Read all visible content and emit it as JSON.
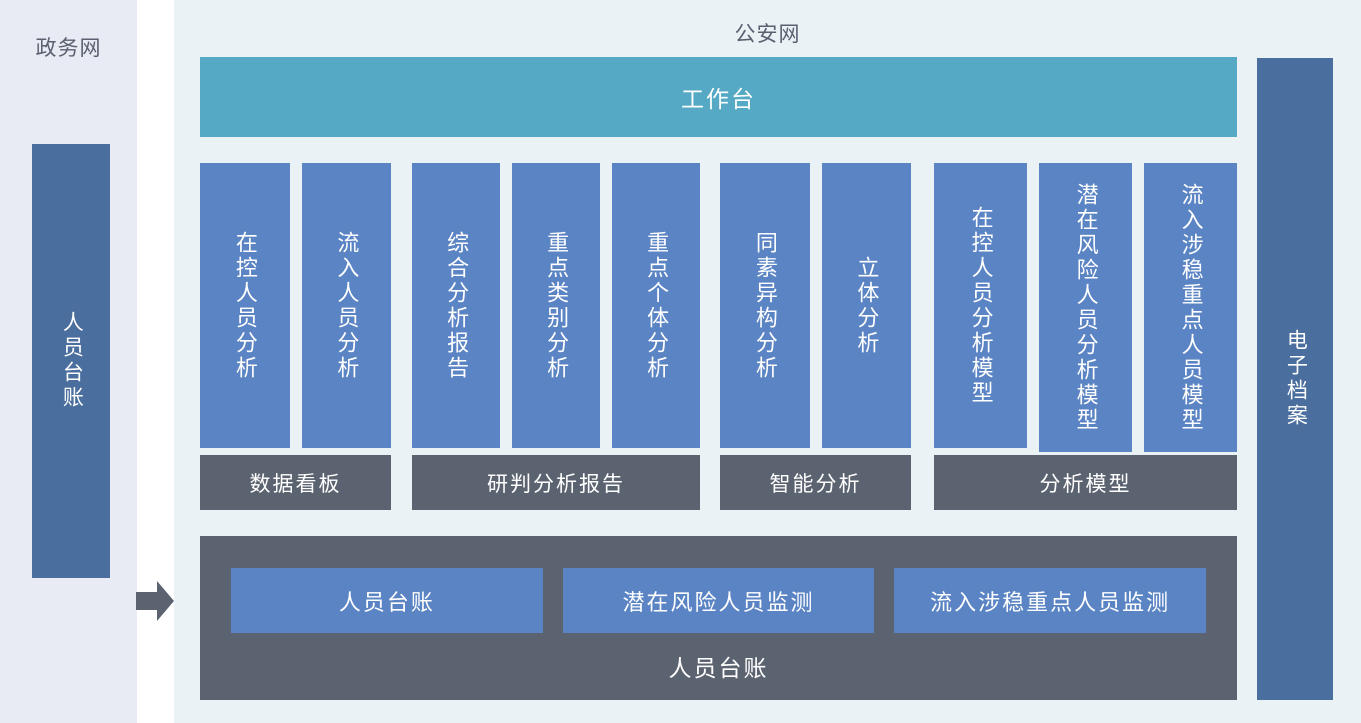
{
  "zones": {
    "gov": {
      "title": "政务网",
      "ledger_label": "人员台账"
    },
    "police": {
      "title": "公安网",
      "workbench_label": "工作台"
    },
    "archive": {
      "label": "电子档案"
    },
    "flow_arrow_icon": "arrow-right-icon"
  },
  "groups": [
    {
      "label": "数据看板",
      "cards": [
        {
          "label": "在控人员分析"
        },
        {
          "label": "流入人员分析"
        }
      ]
    },
    {
      "label": "研判分析报告",
      "cards": [
        {
          "label": "综合分析报告"
        },
        {
          "label": "重点类别分析"
        },
        {
          "label": "重点个体分析"
        }
      ]
    },
    {
      "label": "智能分析",
      "cards": [
        {
          "label": "同素异构分析"
        },
        {
          "label": "立体分析"
        }
      ]
    },
    {
      "label": "分析模型",
      "cards": [
        {
          "label": "在控人员分析模型"
        },
        {
          "label": "潜在风险人员分析模型"
        },
        {
          "label": "流入涉稳重点人员模型"
        }
      ]
    }
  ],
  "bottom_panel": {
    "label": "人员台账",
    "tiles": [
      {
        "label": "人员台账"
      },
      {
        "label": "潜在风险人员监测"
      },
      {
        "label": "流入涉稳重点人员监测"
      }
    ]
  },
  "colors": {
    "gov_background": "#e8ebf3",
    "police_background": "#eaf2f6",
    "dark_blue": "#4a6e9e",
    "teal": "#55a9c4",
    "card_blue": "#5b84c4",
    "gray": "#5c6370",
    "title_text": "#5a6070"
  }
}
